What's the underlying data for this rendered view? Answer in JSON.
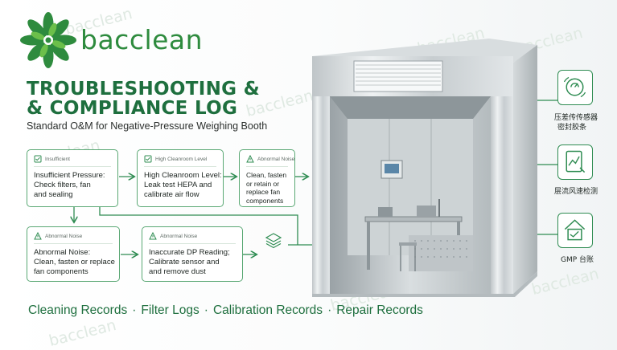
{
  "brand": {
    "name": "bacclean",
    "accent": "#2e8b3e",
    "title_color": "#1e6f3e"
  },
  "watermark_text": "bacclean",
  "title_line1": "TROUBLESHOOTING &",
  "title_line2": "& COMPLIANCE LOG",
  "subtitle": "Standard O&M for Negative-Pressure Weighing Booth",
  "cards": [
    {
      "header": "Insufficient",
      "header_icon": "checklist-icon",
      "body": "Insufficient Pressure:\nCheck filters, fan\nand sealing"
    },
    {
      "header": "High Cleanroom Level",
      "header_icon": "checklist-icon",
      "body": "High Cleanroom Level:\nLeak test HEPA and\ncalibrate air flow"
    },
    {
      "header": "Abnormal Noise",
      "header_icon": "warning-icon",
      "body": "Clean, fasten\nor retain or\nreplace fan\ncomponents"
    },
    {
      "header": "Abnormal Noise",
      "header_icon": "warning-icon",
      "body": "Abnormal Noise:\nClean, fasten or replace\nfan components"
    },
    {
      "header": "Abnormal Noise",
      "header_icon": "warning-icon",
      "body": "Inaccurate DP Reading;\nCalibrate sensor and\nand remove dust"
    }
  ],
  "right_features": [
    {
      "icon": "pressure-sensor-icon",
      "label_line1": "压差传传感器",
      "label_line2": "密封胶条"
    },
    {
      "icon": "airflow-test-icon",
      "label_line1": "层流风速检测",
      "label_line2": ""
    },
    {
      "icon": "gmp-house-icon",
      "label_line1": "GMP 台账",
      "label_line2": ""
    }
  ],
  "footer_items": [
    "Cleaning Records",
    "Filter Logs",
    "Calibration Records",
    "Repair Records"
  ]
}
